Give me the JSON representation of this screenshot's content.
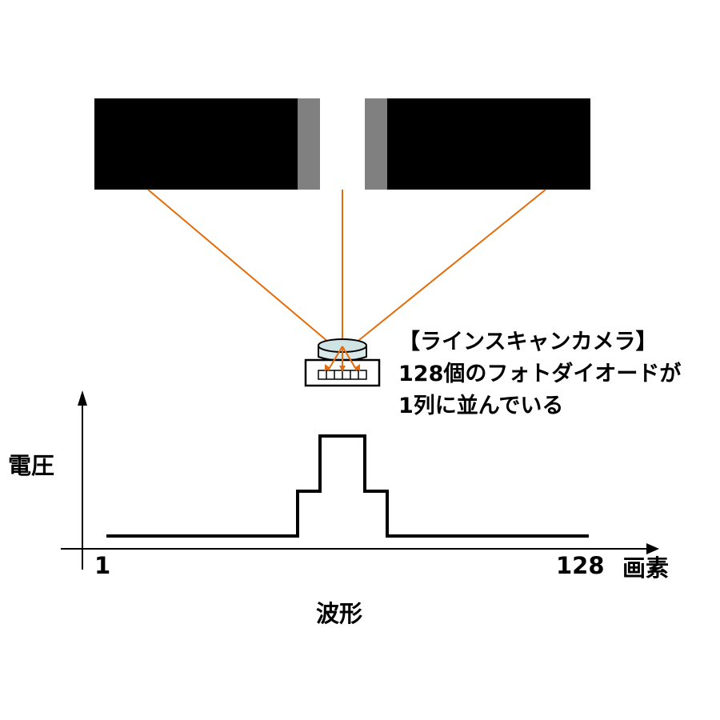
{
  "camera_label": {
    "line1": "【ラインスキャンカメラ】",
    "line2": "128個のフォトダイオードが",
    "line3": "1列に並んでいる"
  },
  "graph": {
    "y_axis_label": "電圧",
    "x_axis_label": "画素",
    "x_tick_start": "1",
    "x_tick_end": "128",
    "caption": "波形"
  },
  "colors": {
    "sensor_rays": "#e46c0a",
    "object_blocks": "#000000",
    "object_edges": "#808080",
    "waveform": "#000000"
  }
}
